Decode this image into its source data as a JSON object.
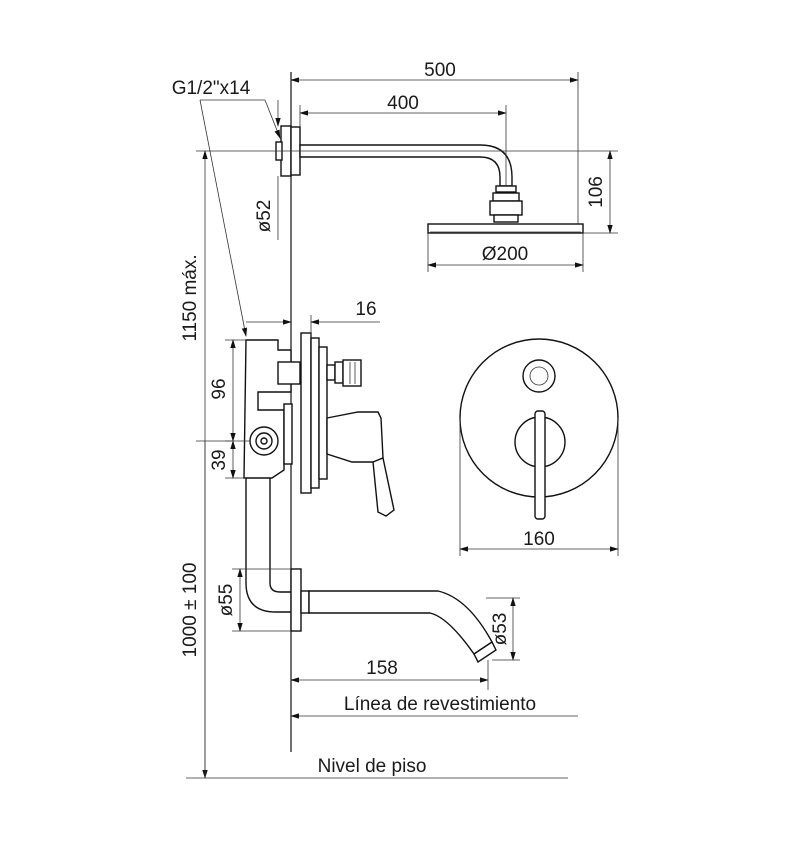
{
  "dimensions": {
    "total_width": "500",
    "arm_length": "400",
    "thread": "G1/2\"x14",
    "flange_diameter": "ø52",
    "head_height": "106",
    "head_diameter": "Ø200",
    "max_height": "1150 máx.",
    "plate_offset": "16",
    "dim_96": "96",
    "dim_39": "39",
    "plate_diameter": "160",
    "spout_flange": "ø55",
    "spout_outlet": "ø53",
    "spout_length": "158",
    "mixer_height": "1000 ± 100"
  },
  "labels": {
    "wall_line": "Línea de revestimiento",
    "floor_level": "Nivel de piso"
  }
}
